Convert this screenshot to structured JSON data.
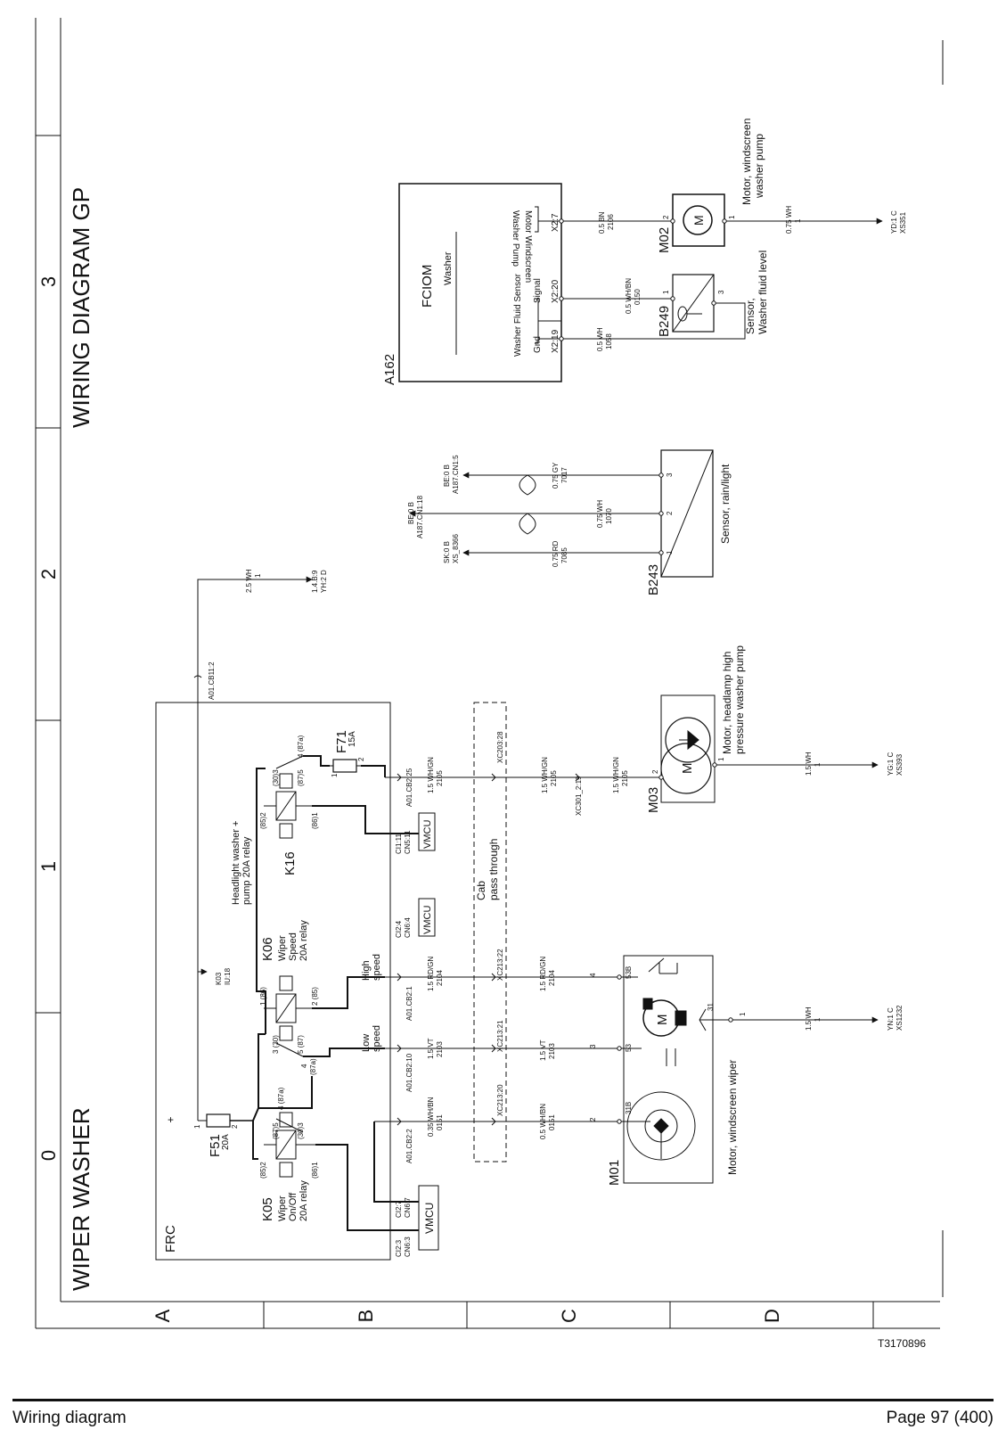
{
  "diagram": {
    "title_left": "WIPER WASHER",
    "title_right": "WIRING DIAGRAM GP",
    "doc_id": "T3170896",
    "grid_columns": [
      "0",
      "1",
      "2",
      "3"
    ],
    "grid_rows": [
      "A",
      "B",
      "C",
      "D"
    ]
  },
  "footer": {
    "left": "Wiring diagram",
    "right": "Page 97 (400)"
  },
  "frc": {
    "label": "FRC",
    "k05": {
      "id": "K05",
      "desc1": "Wiper",
      "desc2": "On/Off",
      "desc3": "20A relay",
      "p85": "(85)2",
      "p86": "(86)1",
      "p87": "(87)5",
      "p30": "(30)3",
      "p87a": "4 (87a)"
    },
    "f51": {
      "id": "F51",
      "rating": "20A",
      "pin1": "1",
      "pin2": "2",
      "plus": "+"
    },
    "k06": {
      "id": "K06",
      "desc1": "Wiper",
      "desc2": "Speed",
      "desc3": "20A relay",
      "p86": "1 (86)",
      "p85": "2 (85)",
      "p30": "3 (30)",
      "p87": "5 (87)",
      "p87a_num": "4",
      "p87a": "(87a)",
      "high1": "High",
      "high2": "speed",
      "low1": "Low",
      "low2": "speed"
    },
    "k16": {
      "id": "K16",
      "desc1": "Headlight washer +",
      "desc2": "pump 20A relay",
      "p85": "(85)2",
      "p86": "(86)1",
      "p30": "(30)3",
      "p87": "(87)5",
      "p87a": "4 (87a)"
    },
    "f71": {
      "id": "F71",
      "rating": "15A",
      "pin1": "1",
      "pin2": "2"
    },
    "k03": {
      "l1": "K03",
      "l2": "IU:18"
    },
    "a01cb11": "A01.CB11:2",
    "b_side": {
      "wire": "2.5 WH",
      "num": "1",
      "d1": "1.4.B:9",
      "d2": "YH:2 D"
    },
    "vmcu1": {
      "label": "VMCU",
      "c1": "CI2:3",
      "c2": "CN6:3",
      "c3": "CI2:7",
      "c4": "CN6:7"
    },
    "vmcu2": {
      "label": "VMCU",
      "c1": "CI2:4",
      "c2": "CN6:4"
    },
    "vmcu3": {
      "label": "VMCU",
      "c1": "CI1:11",
      "c2": "CN5:11"
    },
    "conns": {
      "cb22": "A01.CB2:2",
      "cb210": "A01.CB2:10",
      "cb21": "A01.CB2:1",
      "cb225": "A01.CB2:25"
    }
  },
  "wires_frc": {
    "w1": {
      "g": "0.35 WH/BN",
      "n": "0151"
    },
    "w2": {
      "g": "1.5 VT",
      "n": "2103"
    },
    "w3": {
      "g": "1.5 RD/GN",
      "n": "2104"
    },
    "w4": {
      "g": "1.5 WH/GN",
      "n": "2105"
    }
  },
  "cab": {
    "l1": "Cab",
    "l2": "pass through",
    "c1": "XC213:20",
    "c2": "XC213:21",
    "c3": "XC213:22",
    "c4": "XC203:28"
  },
  "wires_cab": {
    "w1": {
      "g": "0.5 WH/BN",
      "n": "0151"
    },
    "w2": {
      "g": "1.5 VT",
      "n": "2103"
    },
    "w3": {
      "g": "1.5 RD/GN",
      "n": "2104"
    },
    "w4": {
      "g": "1.5 WH/GN",
      "n": "2105"
    },
    "w5": {
      "g": "1.5 WH/GN",
      "n": "2105"
    },
    "xc301": "XC301_2:19"
  },
  "m01": {
    "id": "M01",
    "desc": "Motor, windscreen wiper",
    "pin2": "2",
    "pin3": "3",
    "pin4": "4",
    "p31b": "31B",
    "p53": "53",
    "p53b": "53B",
    "p31": "31",
    "motor": "M",
    "gnd_pin": "1",
    "gnd_wire": "1.5 WH",
    "gnd_num": "1",
    "gnd_d1": "YN:1 C",
    "gnd_d2": "XS1232"
  },
  "m03": {
    "id": "M03",
    "desc1": "Motor, headlamp high",
    "desc2": "pressure washer pump",
    "pin2": "2",
    "pin1": "1",
    "motor": "M",
    "gnd_wire": "1.5 WH",
    "gnd_num": "1",
    "gnd_d1": "YG:1 C",
    "gnd_d2": "XS393"
  },
  "b243": {
    "id": "B243",
    "desc": "Sensor, rain/light",
    "pin1": "1",
    "pin2": "2",
    "pin3": "3",
    "w1": {
      "g": "0.75 RD",
      "n": "7085",
      "d1": "SK:0 B",
      "d2": "XS_8366"
    },
    "w2": {
      "g": "0.75 WH",
      "n": "1070",
      "d1": "BE:0 B",
      "d2": "A187.CN1:18"
    },
    "w3": {
      "g": "0.75 GY",
      "n": "7017",
      "d1": "BE:0 B",
      "d2": "A187.CN1:5"
    }
  },
  "a162": {
    "id": "A162",
    "title": "FCIOM",
    "sub": "Washer",
    "sensor_label": "Washer Fluid Sensor",
    "gnd": "Gnd",
    "signal": "Signal",
    "pump1": "Motor Windscreen",
    "pump2": "Washer Pump",
    "x219": "X2:19",
    "x220": "X2:20",
    "x27": "X2:7"
  },
  "b249": {
    "id": "B249",
    "desc1": "Sensor,",
    "desc2": "Washer fluid level",
    "pin1": "1",
    "pin3": "3",
    "w1": {
      "g": "0.5 WH",
      "n": "1058"
    },
    "w2": {
      "g": "0.5 WH/BN",
      "n": "0150"
    }
  },
  "m02": {
    "id": "M02",
    "desc1": "Motor, windscreen",
    "desc2": "washer pump",
    "pin2": "2",
    "pin1": "1",
    "motor": "M",
    "w1": {
      "g": "0.5 BN",
      "n": "2106"
    },
    "gnd_wire": "0.75 WH",
    "gnd_num": "1",
    "gnd_d1": "YD:1 C",
    "gnd_d2": "XS351"
  }
}
